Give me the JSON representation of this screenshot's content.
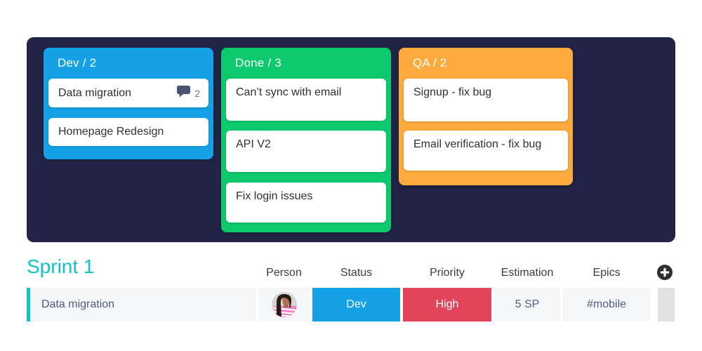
{
  "kanban": {
    "background_color": "#212447",
    "columns": [
      {
        "title": "Dev / 2",
        "color": "#14a1e6",
        "cards": [
          {
            "title": "Data migration",
            "comment_icon": "speech-bubble",
            "comment_count": "2"
          },
          {
            "title": "Homepage Redesign"
          }
        ]
      },
      {
        "title": "Done / 3",
        "color": "#0dc96d",
        "cards": [
          {
            "title": "Can’t sync with email"
          },
          {
            "title": "API V2"
          },
          {
            "title": "Fix login issues"
          }
        ]
      },
      {
        "title": "QA / 2",
        "color": "#fdab3d",
        "cards": [
          {
            "title": "Signup - fix bug"
          },
          {
            "title": "Email verification - fix bug"
          }
        ]
      }
    ]
  },
  "table": {
    "group": {
      "title": "Sprint 1",
      "color": "#11c2c9"
    },
    "headers": [
      "Person",
      "Status",
      "Priority",
      "Estimation",
      "Epics"
    ],
    "add_column_icon": "plus-circle",
    "row": {
      "name": "Data migration",
      "person_avatar_icon": "photo-woman-pink-striped-top",
      "status": {
        "label": "Dev",
        "color": "#14a1e6"
      },
      "priority": {
        "label": "High",
        "color": "#e2445c"
      },
      "estimation": "5 SP",
      "epics": "#mobile"
    }
  }
}
